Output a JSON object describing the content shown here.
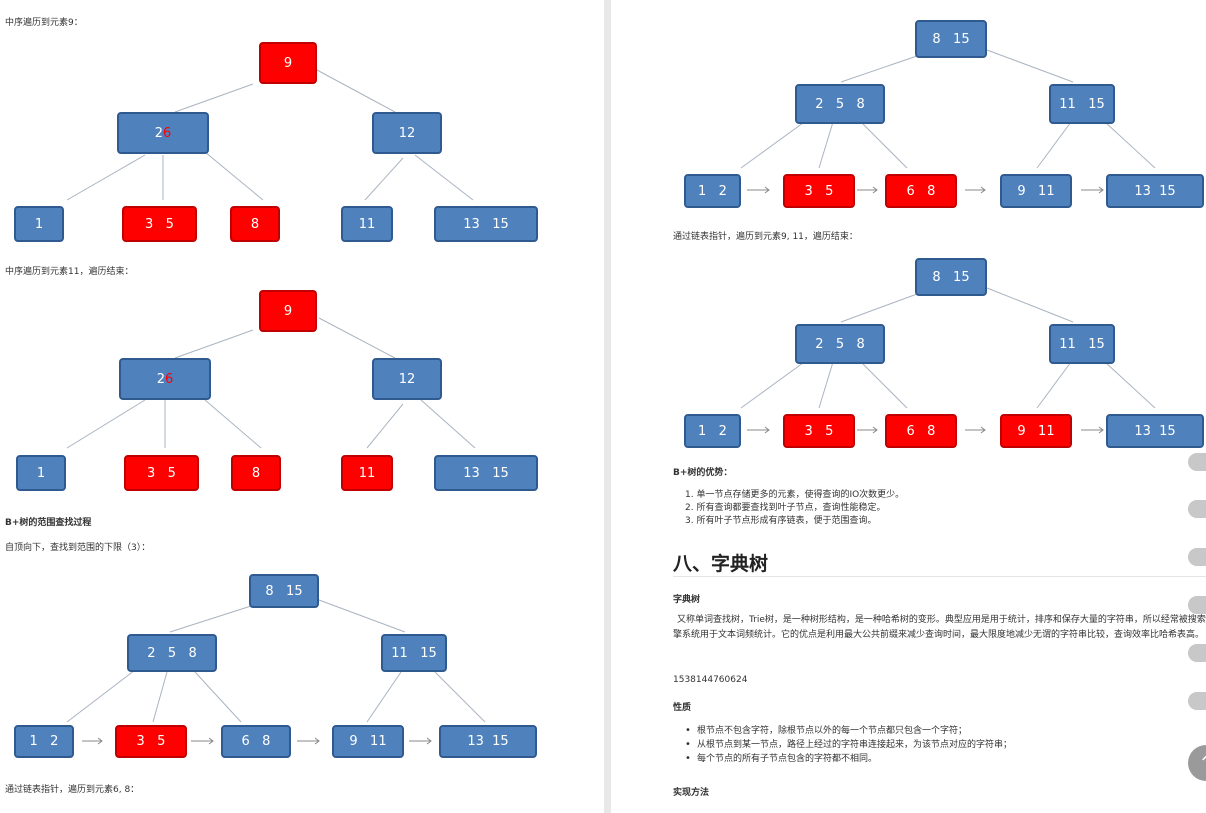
{
  "left": {
    "caption1": "中序遍历到元素9：",
    "caption2": "中序遍历到元素11，遍历结束：",
    "heading_range": "B+树的范围查找过程",
    "caption3": "自顶向下，查找到范围的下限（3）：",
    "caption4": "通过链表指针，遍历到元素6, 8："
  },
  "right": {
    "caption1": "通过链表指针，遍历到元素9, 11，遍历结束：",
    "advantages_heading": "B+树的优势：",
    "advantages": [
      "1. 单一节点存储更多的元素，使得查询的IO次数更少。",
      "2. 所有查询都要查找到叶子节点，查询性能稳定。",
      "3. 所有叶子节点形成有序链表，便于范围查询。"
    ],
    "section_title": "八、字典树",
    "trie_heading": "字典树",
    "trie_paragraph": "又称单词查找树，Trie树，是一种树形结构，是一种哈希树的变形。典型应用是用于统计，排序和保存大量的字符串，所以经常被搜索引擎系统用于文本词频统计。它的优点是利用最大公共前缀来减少查询时间，最大限度地减少无谓的字符串比较，查询效率比哈希表高。",
    "image_id_text": "1538144760624",
    "properties_heading": "性质",
    "properties": [
      "根节点不包含字符，除根节点以外的每一个节点都只包含一个字符；",
      "从根节点到某一节点，路径上经过的字符串连接起来，为该节点对应的字符串；",
      "每个节点的所有子节点包含的字符都不相同。"
    ],
    "implementation_heading": "实现方法"
  },
  "figures": {
    "tree_a": {
      "root": "9",
      "left": {
        "a": "2",
        "b": "6"
      },
      "right": "12",
      "leaves": [
        "1",
        "3   5",
        "8",
        "11",
        "13   15"
      ]
    },
    "tree_b": {
      "root": "8   15",
      "mid": [
        "2   5   8",
        "11   15"
      ],
      "leaves": [
        "1   2",
        "3   5",
        "6   8",
        "9   11",
        "13  15"
      ]
    }
  },
  "colors": {
    "node_blue": "#4f81bd",
    "node_red": "#ff0000",
    "edge": "#aab4c0"
  },
  "icons": {
    "scroll_top": "chevron-up-icon"
  }
}
